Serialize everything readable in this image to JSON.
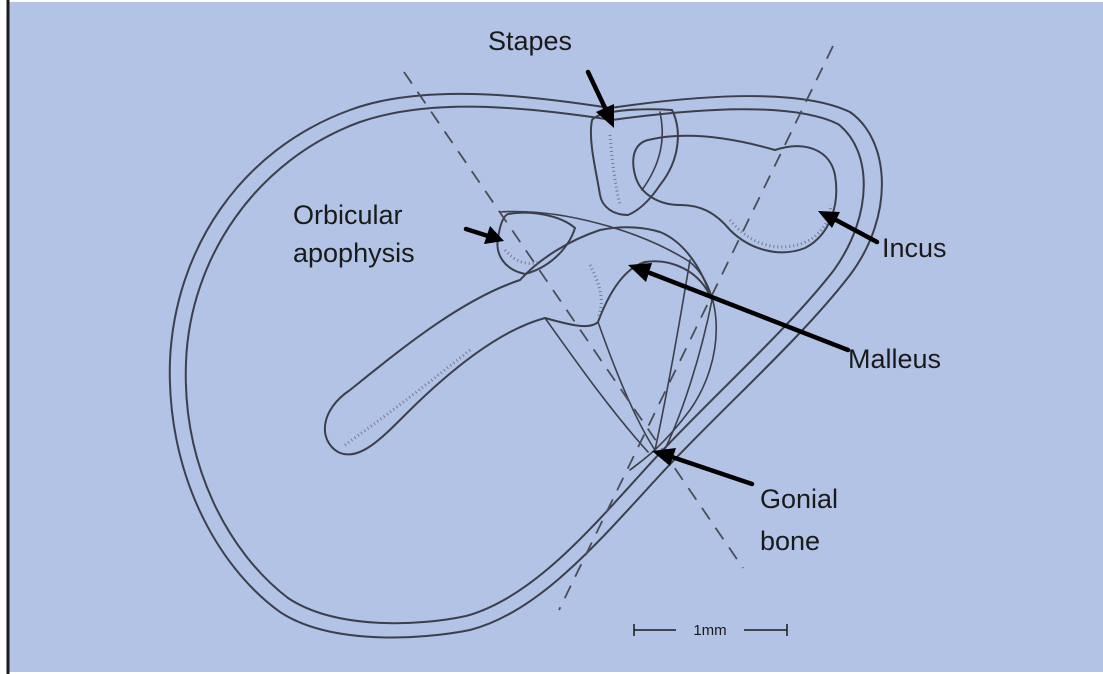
{
  "colors": {
    "background": "#b3c3e6",
    "frame": "#1a1a1a",
    "outline": "#3c3f4a",
    "label": "#1a1a1a"
  },
  "labels": {
    "stapes": "Stapes",
    "orbicular_line1": "Orbicular",
    "orbicular_line2": "apophysis",
    "incus": "Incus",
    "malleus": "Malleus",
    "gonial_line1": "Gonial",
    "gonial_line2": "bone"
  },
  "scale_bar": {
    "label": "1mm"
  }
}
